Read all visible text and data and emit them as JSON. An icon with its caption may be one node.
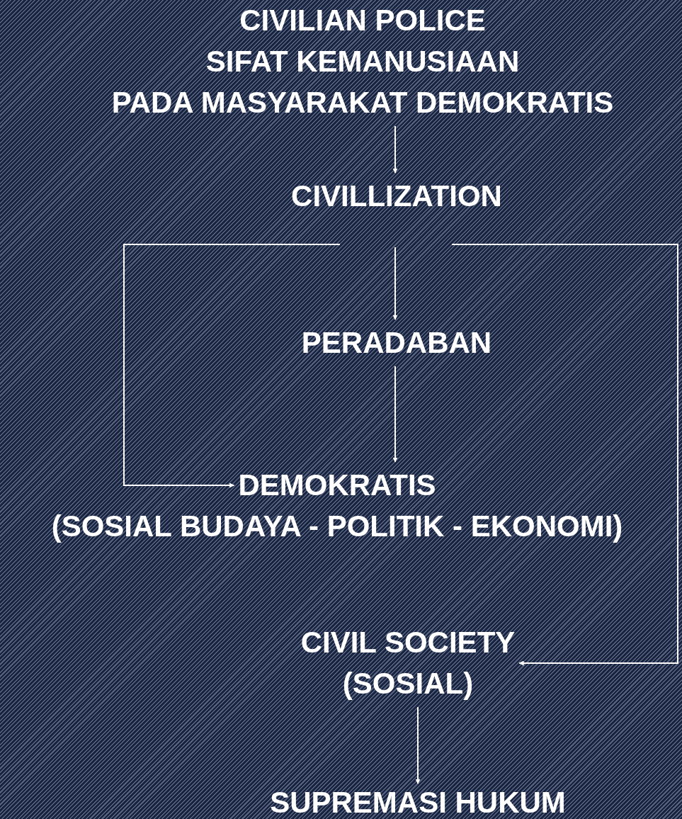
{
  "diagram": {
    "nodes": [
      {
        "text": [
          "CIVILIAN POLICE",
          "SIFAT KEMANUSIAAN",
          "PADA MASYARAKAT DEMOKRATIS"
        ]
      },
      {
        "text": [
          "CIVILLIZATION"
        ]
      },
      {
        "text": [
          "PERADABAN"
        ]
      },
      {
        "text": [
          "DEMOKRATIS",
          "(SOSIAL BUDAYA - POLITIK - EKONOMI)"
        ]
      },
      {
        "text": [
          "CIVIL SOCIETY",
          "(SOSIAL)"
        ]
      },
      {
        "text": [
          "SUPREMASI HUKUM"
        ]
      }
    ],
    "edges": [
      {
        "from": 0,
        "to": 1,
        "arrow": "to"
      },
      {
        "from": 1,
        "to": 2,
        "arrow": "to"
      },
      {
        "from": 2,
        "to": 3,
        "arrow": "to"
      },
      {
        "from": 1,
        "to": 3,
        "arrow": "to"
      },
      {
        "from": 1,
        "to": 4,
        "arrow": "to"
      },
      {
        "from": 4,
        "to": 5,
        "arrow": "to"
      }
    ]
  }
}
